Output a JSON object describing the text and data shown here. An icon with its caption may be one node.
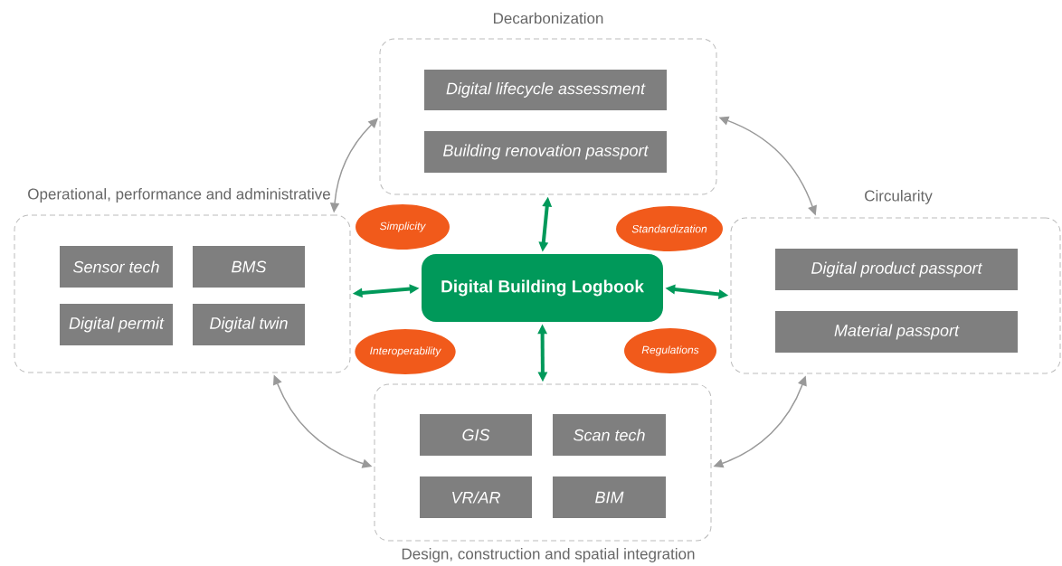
{
  "diagram": {
    "nodes": [
      {
        "text": [
          "Decarbonization"
        ]
      },
      {
        "text": [
          "Digital lifecycle assessment"
        ],
        "in": 0
      },
      {
        "text": [
          "Building renovation passport"
        ],
        "in": 0
      },
      {
        "text": [
          "Operational, performance and administrative"
        ]
      },
      {
        "text": [
          "Sensor tech"
        ],
        "in": 3
      },
      {
        "text": [
          "BMS"
        ],
        "in": 3
      },
      {
        "text": [
          "Digital permit"
        ],
        "in": 3
      },
      {
        "text": [
          "Digital twin"
        ],
        "in": 3
      },
      {
        "text": [
          "Simplicity"
        ]
      },
      {
        "text": [
          "Standardization"
        ]
      },
      {
        "text": [
          "Digital Building Logbook"
        ]
      },
      {
        "text": [
          "Circularity"
        ]
      },
      {
        "text": [
          "Digital product passport"
        ],
        "in": 11
      },
      {
        "text": [
          "Material passport"
        ],
        "in": 11
      },
      {
        "text": [
          "Interoperability"
        ]
      },
      {
        "text": [
          "Regulations"
        ]
      },
      {
        "text": [
          "Design, construction and spatial integration"
        ]
      },
      {
        "text": [
          "GIS"
        ],
        "in": 16
      },
      {
        "text": [
          "Scan tech"
        ],
        "in": 16
      },
      {
        "text": [
          "VR/AR"
        ],
        "in": 16
      },
      {
        "text": [
          "BIM"
        ],
        "in": 16
      }
    ],
    "edges": [
      {
        "from": 10,
        "to": 0,
        "arrow": "both",
        "style": "thick",
        "color": "#00995a"
      },
      {
        "from": 10,
        "to": 3,
        "arrow": "both",
        "style": "thick",
        "color": "#00995a"
      },
      {
        "from": 10,
        "to": 11,
        "arrow": "both",
        "style": "thick",
        "color": "#00995a"
      },
      {
        "from": 10,
        "to": 16,
        "arrow": "both",
        "style": "thick",
        "color": "#00995a"
      },
      {
        "from": 0,
        "to": 3,
        "arrow": "both",
        "color": "#999999"
      },
      {
        "from": 0,
        "to": 11,
        "arrow": "both",
        "color": "#999999"
      },
      {
        "from": 3,
        "to": 16,
        "arrow": "both",
        "color": "#999999"
      },
      {
        "from": 11,
        "to": 16,
        "arrow": "both",
        "color": "#999999"
      }
    ]
  }
}
